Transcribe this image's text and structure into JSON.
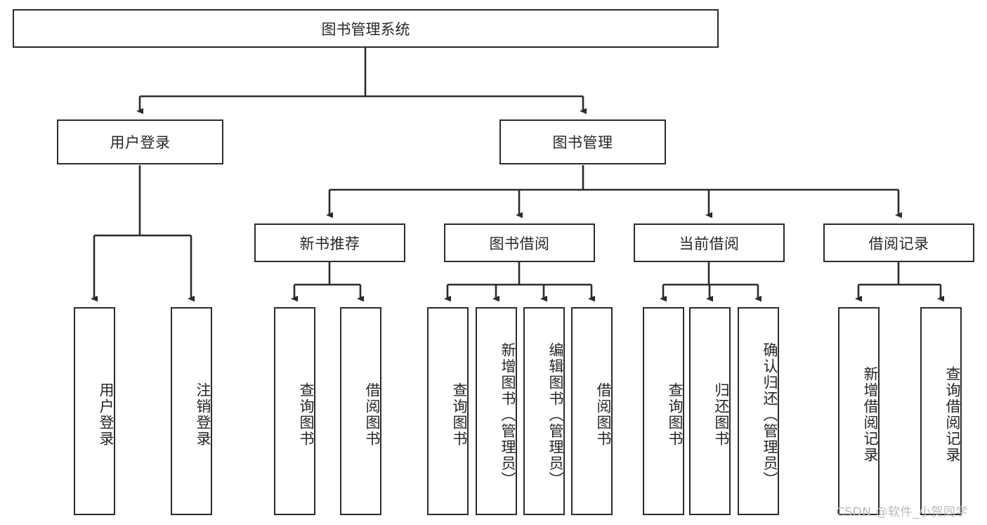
{
  "diagram": {
    "type": "tree",
    "title": "图书管理系统",
    "orientation": "top-down",
    "line_color": "#2b2b2b",
    "box_fill": "#ffffff",
    "text_color": "#262626"
  },
  "watermark": {
    "text": "CSDN @软件_小贺同学",
    "color": "#b9b9b9"
  },
  "nodes": {
    "root": {
      "label": "图书管理系统"
    },
    "level2": [
      {
        "id": "user-login",
        "label": "用户登录"
      },
      {
        "id": "book-manage",
        "label": "图书管理"
      }
    ],
    "level3": [
      {
        "id": "new-book-recommend",
        "label": "新书推荐"
      },
      {
        "id": "book-borrow",
        "label": "图书借阅"
      },
      {
        "id": "current-borrow",
        "label": "当前借阅"
      },
      {
        "id": "borrow-record",
        "label": "借阅记录"
      }
    ],
    "leaves": {
      "user_login": [
        {
          "id": "leaf-user-login",
          "label": "用户登录"
        },
        {
          "id": "leaf-logout-login",
          "label": "注销登录"
        }
      ],
      "new_book_recommend": [
        {
          "id": "leaf-query-book-1",
          "label": "查询图书"
        },
        {
          "id": "leaf-borrow-book-1",
          "label": "借阅图书"
        }
      ],
      "book_borrow": [
        {
          "id": "leaf-query-book-2",
          "label": "查询图书"
        },
        {
          "id": "leaf-add-book",
          "label": "新增图书（管理员）"
        },
        {
          "id": "leaf-edit-book",
          "label": "编辑图书（管理员）"
        },
        {
          "id": "leaf-borrow-book-2",
          "label": "借阅图书"
        }
      ],
      "current_borrow": [
        {
          "id": "leaf-query-book-3",
          "label": "查询图书"
        },
        {
          "id": "leaf-return-book",
          "label": "归还图书"
        },
        {
          "id": "leaf-confirm-return",
          "label": "确认归还（管理员）"
        }
      ],
      "borrow_record": [
        {
          "id": "leaf-add-record",
          "label": "新增借阅记录"
        },
        {
          "id": "leaf-query-record",
          "label": "查询借阅记录"
        }
      ]
    }
  }
}
